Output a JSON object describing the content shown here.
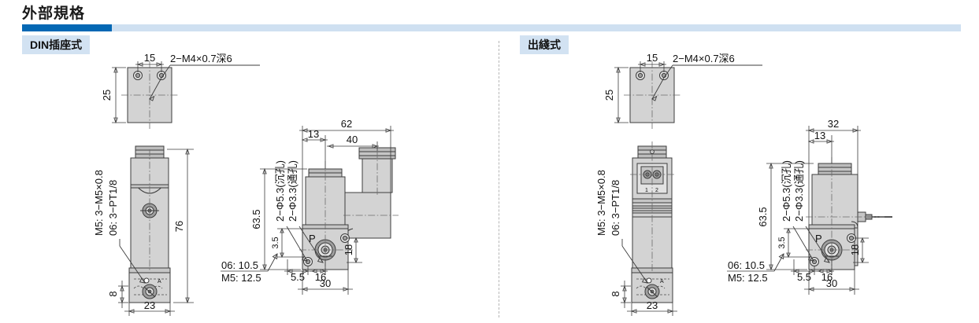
{
  "header": {
    "title": "外部規格",
    "accent_color": "#0468b4",
    "bar_color": "#cfe0f1"
  },
  "sections": [
    {
      "label": "DIN插座式"
    },
    {
      "label": "出綫式"
    }
  ],
  "left_panel": {
    "top_view": {
      "dim_width": "15",
      "dim_height": "25",
      "callout": "2−M4×0.7深6"
    },
    "front_view": {
      "port_label_m5": "M5: 3−M5×0.8",
      "port_label_06": "06: 3−PT1/8",
      "dim_height": "76",
      "dim_width": "23",
      "dim_bottom": "8"
    },
    "side_view": {
      "dim_overall_width": "62",
      "dim_a": "13",
      "dim_b": "40",
      "dim_height": "63.5",
      "hole_counterbore": "2−Φ5.3(沉孔)",
      "hole_through": "2−Φ3.3(通孔)",
      "dim_3_5": "3.5",
      "dim_5_5": "5.5",
      "dim_16": "16",
      "dim_18": "18",
      "dim_30": "30",
      "port_p": "P",
      "note_06": "06: 10.5",
      "note_m5": "M5: 12.5"
    }
  },
  "right_panel": {
    "top_view": {
      "dim_width": "15",
      "dim_height": "25",
      "callout": "2−M4×0.7深6"
    },
    "front_view": {
      "port_label_m5": "M5: 3−M5×0.8",
      "port_label_06": "06: 3−PT1/8",
      "dim_width": "23",
      "dim_bottom": "8",
      "terminal_1": "1",
      "terminal_2": "2"
    },
    "side_view": {
      "dim_overall_width": "32",
      "dim_a": "13",
      "dim_height": "63.5",
      "hole_counterbore": "2−Φ5.3(沉孔)",
      "hole_through": "2−Φ3.3(通孔)",
      "dim_3_5": "3.5",
      "dim_5_5": "5.5",
      "dim_16": "16",
      "dim_18": "18",
      "dim_30": "30",
      "port_p": "P",
      "note_06": "06: 10.5",
      "note_m5": "M5: 12.5"
    }
  }
}
